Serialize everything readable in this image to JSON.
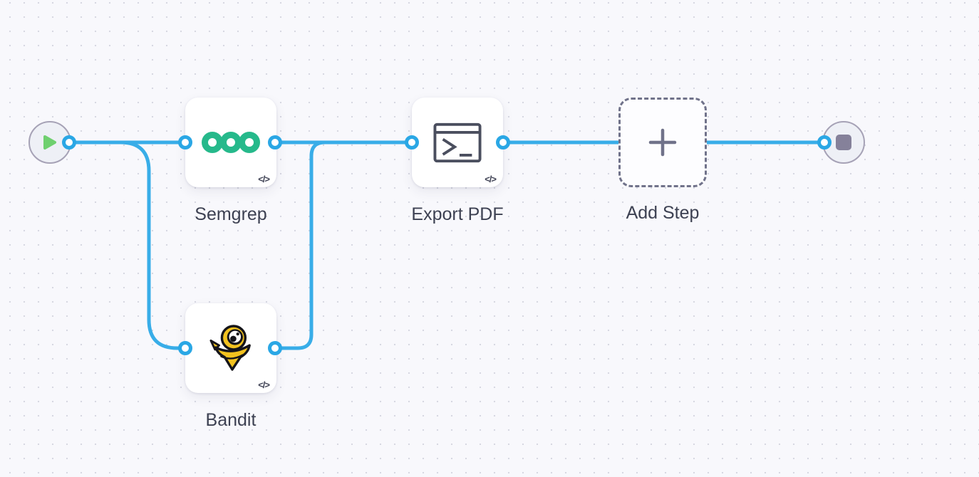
{
  "workflow": {
    "nodes": {
      "start": {
        "type": "start-trigger"
      },
      "semgrep": {
        "label": "Semgrep",
        "badge": "</>"
      },
      "bandit": {
        "label": "Bandit",
        "badge": "</>"
      },
      "export_pdf": {
        "label": "Export PDF",
        "badge": "</>"
      },
      "add_step": {
        "label": "Add Step"
      },
      "end": {
        "type": "end-terminator"
      }
    },
    "edges": [
      {
        "from": "start",
        "to": "semgrep"
      },
      {
        "from": "start",
        "to": "bandit"
      },
      {
        "from": "semgrep",
        "to": "export_pdf"
      },
      {
        "from": "bandit",
        "to": "export_pdf"
      },
      {
        "from": "export_pdf",
        "to": "end"
      }
    ]
  },
  "colors": {
    "canvas_background": "#f8f8fc",
    "dot_grid": "#d7d8e2",
    "wire_blue": "#38ade8",
    "port_blue": "#2aa7e5",
    "node_label_text": "#3d4152",
    "semgrep_green": "#26b98b",
    "bandit_yellow": "#f2c21f",
    "play_green": "#6fd06f",
    "stop_gray": "#85819a",
    "dashed_border_gray": "#70728a",
    "terminal_icon_stroke": "#4a4e5e"
  }
}
